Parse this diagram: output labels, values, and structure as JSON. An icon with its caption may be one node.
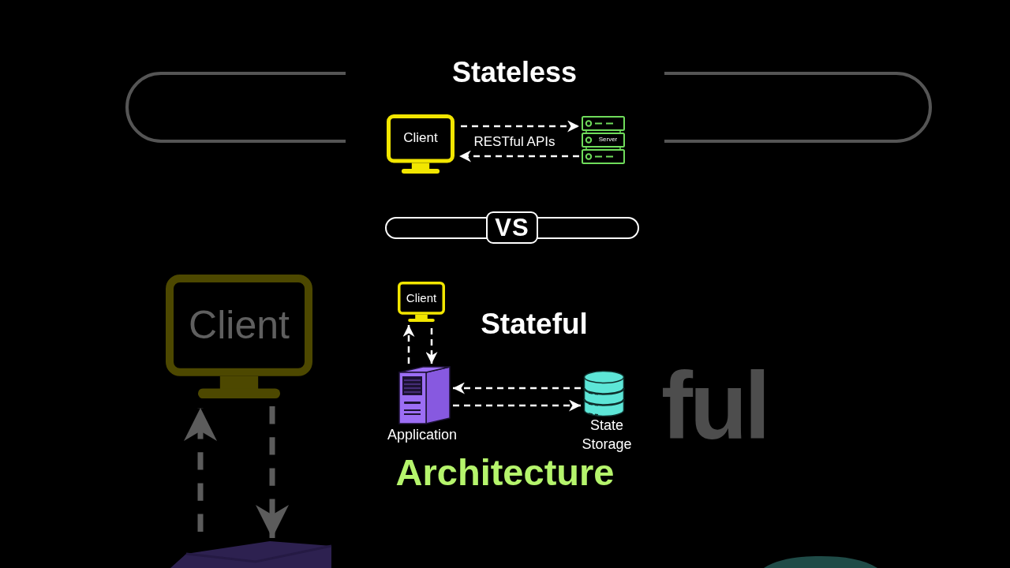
{
  "diagram": {
    "nodes": [
      {
        "text": [
          "Client"
        ]
      },
      {
        "text": [
          "Server"
        ]
      },
      {
        "text": [
          "VS"
        ]
      },
      {
        "text": [
          "Client"
        ]
      },
      {
        "text": [],
        "shape": "picture",
        "beside": [
          "Application"
        ]
      },
      {
        "text": [],
        "shape": "cylinder",
        "beside": [
          "State Storage"
        ]
      },
      {
        "text": [
          "Client"
        ]
      },
      {
        "text": [],
        "shape": "box"
      }
    ],
    "edges": [
      {
        "from": 0,
        "to": 1,
        "arrow": "to",
        "label": "RESTful APIs",
        "style": "dashed"
      },
      {
        "from": 1,
        "to": 0,
        "arrow": "to",
        "style": "dashed"
      },
      {
        "from": 4,
        "to": 3,
        "arrow": "to",
        "style": "dashed"
      },
      {
        "from": 3,
        "to": 4,
        "arrow": "to",
        "style": "dashed"
      },
      {
        "from": 5,
        "to": 4,
        "arrow": "to",
        "style": "dashed"
      },
      {
        "from": 4,
        "to": 5,
        "arrow": "to",
        "style": "dashed"
      },
      {
        "from": 7,
        "to": 6,
        "arrow": "to",
        "style": "dashed",
        "color": "#5c5c5c"
      },
      {
        "from": 6,
        "to": 7,
        "arrow": "to",
        "style": "dashed",
        "color": "#5c5c5c"
      }
    ],
    "labels": [
      "Stateless",
      "Stateful",
      "ful",
      "Architecture"
    ]
  }
}
